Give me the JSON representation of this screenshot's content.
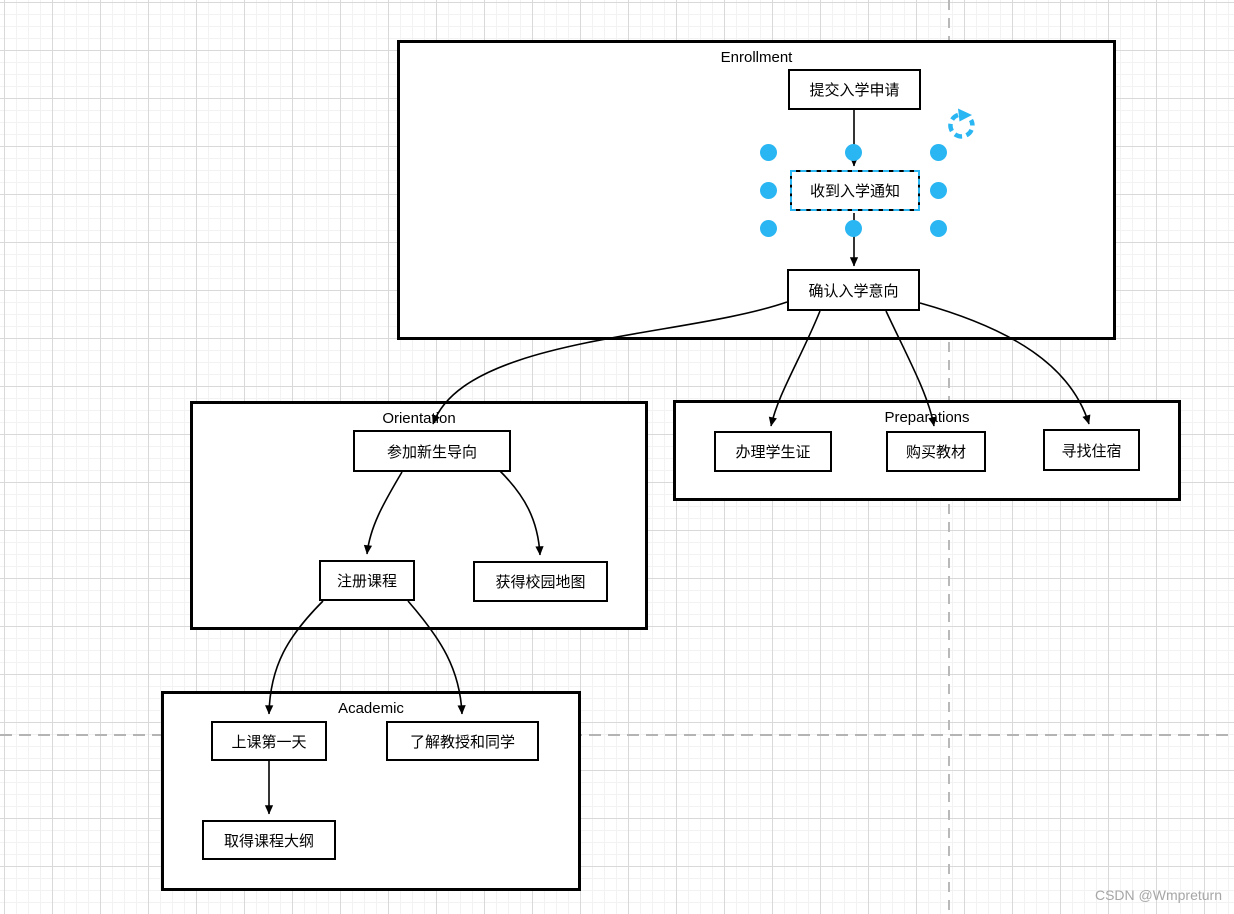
{
  "watermark": "CSDN @Wmpreturn",
  "colors": {
    "stroke": "#000000",
    "node_fill": "#ffffff",
    "selection_accent": "#29b6f2",
    "page_guide": "#b4b4b4",
    "grid_major": "#d9d9d9",
    "grid_minor": "#f2f2f2",
    "watermark_text": "#a6a6a6"
  },
  "groups": {
    "enrollment": {
      "label": "Enrollment"
    },
    "orientation": {
      "label": "Orientation"
    },
    "preparations": {
      "label": "Preparations"
    },
    "academic": {
      "label": "Academic"
    }
  },
  "nodes": {
    "submit_application": {
      "label": "提交入学申请",
      "group": "enrollment"
    },
    "receive_notice": {
      "label": "收到入学通知",
      "group": "enrollment",
      "selected": true
    },
    "confirm_intention": {
      "label": "确认入学意向",
      "group": "enrollment"
    },
    "attend_orientation": {
      "label": "参加新生导向",
      "group": "orientation"
    },
    "register_courses": {
      "label": "注册课程",
      "group": "orientation"
    },
    "campus_map": {
      "label": "获得校园地图",
      "group": "orientation"
    },
    "student_id": {
      "label": "办理学生证",
      "group": "preparations"
    },
    "buy_textbooks": {
      "label": "购买教材",
      "group": "preparations"
    },
    "find_housing": {
      "label": "寻找住宿",
      "group": "preparations"
    },
    "first_day": {
      "label": "上课第一天",
      "group": "academic"
    },
    "meet_professors": {
      "label": "了解教授和同学",
      "group": "academic"
    },
    "get_syllabus": {
      "label": "取得课程大纲",
      "group": "academic"
    }
  },
  "edges": [
    {
      "from": "submit_application",
      "to": "receive_notice"
    },
    {
      "from": "receive_notice",
      "to": "confirm_intention"
    },
    {
      "from": "confirm_intention",
      "to": "attend_orientation"
    },
    {
      "from": "confirm_intention",
      "to": "student_id"
    },
    {
      "from": "confirm_intention",
      "to": "buy_textbooks"
    },
    {
      "from": "confirm_intention",
      "to": "find_housing"
    },
    {
      "from": "attend_orientation",
      "to": "register_courses"
    },
    {
      "from": "attend_orientation",
      "to": "campus_map"
    },
    {
      "from": "register_courses",
      "to": "first_day"
    },
    {
      "from": "register_courses",
      "to": "meet_professors"
    },
    {
      "from": "first_day",
      "to": "get_syllabus"
    }
  ],
  "selection": {
    "selected_node": "receive_notice"
  }
}
